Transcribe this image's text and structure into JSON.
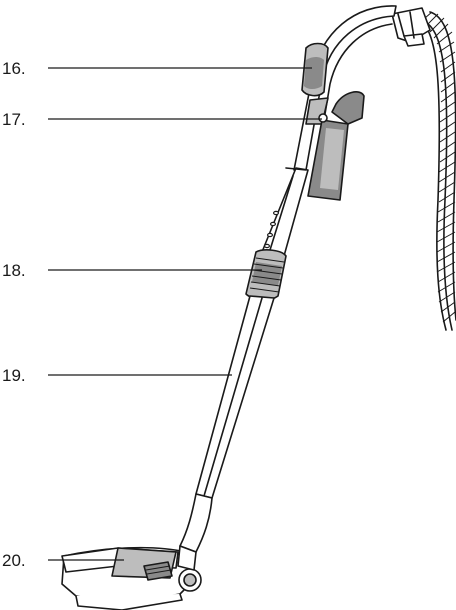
{
  "callouts": [
    {
      "number": "16."
    },
    {
      "number": "17."
    },
    {
      "number": "18."
    },
    {
      "number": "19."
    },
    {
      "number": "20."
    }
  ],
  "colors": {
    "outline": "#1a1a1a",
    "shade": "#8a8a8a",
    "shade_light": "#bdbdbd",
    "background": "#ffffff"
  }
}
